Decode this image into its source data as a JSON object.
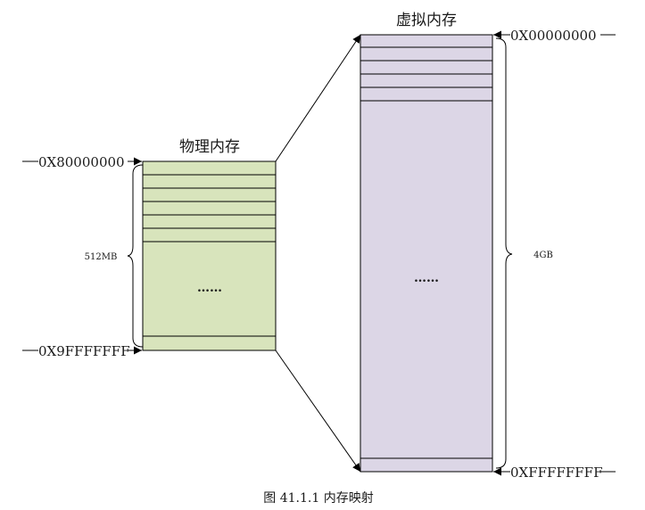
{
  "physical": {
    "title": "物理内存",
    "start_addr": "0X80000000",
    "end_addr": "0X9FFFFFFF",
    "size": "512MB",
    "ellipsis": "……",
    "fill": "#d8e4bc"
  },
  "virtual": {
    "title": "虚拟内存",
    "start_addr": "0X00000000",
    "end_addr": "0XFFFFFFFF",
    "size": "4GB",
    "ellipsis": "……",
    "fill": "#dcd6e6"
  },
  "caption": "图 41.1.1  内存映射"
}
